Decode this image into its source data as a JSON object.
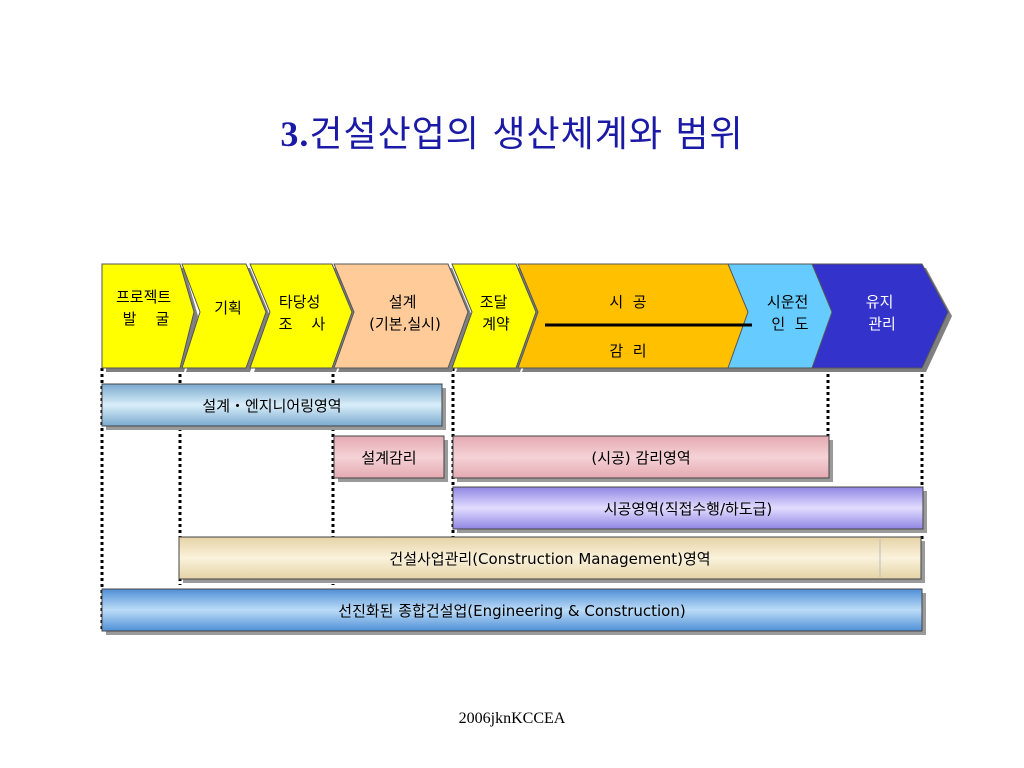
{
  "title": {
    "number": "3.",
    "text": "건설산업의 생산체계와 범위"
  },
  "phases": [
    {
      "id": "project-discovery",
      "lines": [
        "프로젝트",
        "발    굴"
      ],
      "color": "#ffff00"
    },
    {
      "id": "planning",
      "lines": [
        "기획"
      ],
      "color": "#ffff00"
    },
    {
      "id": "feasibility",
      "lines": [
        "타당성",
        "조    사"
      ],
      "color": "#ffff00"
    },
    {
      "id": "design",
      "lines": [
        "설계",
        "(기본,실시)"
      ],
      "color": "#ffcc99"
    },
    {
      "id": "procurement",
      "lines": [
        "조달",
        "계약"
      ],
      "color": "#ffff00"
    },
    {
      "id": "construction",
      "top": "시  공",
      "bottom": "감  리",
      "color": "#ffc000"
    },
    {
      "id": "commissioning",
      "lines": [
        "시운전",
        "인  도"
      ],
      "color": "#66ccff"
    },
    {
      "id": "maintenance",
      "lines": [
        "유지",
        "관리"
      ],
      "color": "#3333cc",
      "text_color": "#ffffff"
    }
  ],
  "areas": [
    {
      "id": "design-engineering-area",
      "text": "설계・엔지니어링영역",
      "color": "#a6d3ec"
    },
    {
      "id": "design-supervision-area",
      "text": "설계감리",
      "color": "#ecb8c0"
    },
    {
      "id": "construction-supervision-area",
      "text": "(시공) 감리영역",
      "color": "#ecb8c0"
    },
    {
      "id": "construction-area",
      "text": "시공영역(직접수행/하도급)",
      "color": "#b8b0f0"
    },
    {
      "id": "cm-area",
      "text_ko": "건설사업관리",
      "text_en": "(Construction Management)",
      "text_tail": "영역",
      "color": "#efe3c4"
    },
    {
      "id": "ec-area",
      "text_ko": "선진화된 종합건설업",
      "text_en": "(Engineering & Construction)",
      "color": "#7fb6e8"
    }
  ],
  "footer": "2006jknKCCEA"
}
